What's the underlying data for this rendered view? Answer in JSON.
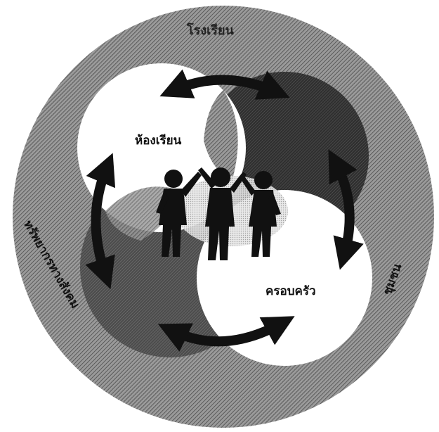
{
  "diagram": {
    "outer_ring_label_top": "โรงเรียน",
    "outer_ring_label_left": "ทรัพยากรทางสังคม",
    "outer_ring_label_right": "ชุมชน",
    "circle_labels": {
      "classroom": "ห้องเรียน",
      "family": "ครอบครัว"
    },
    "people_count": 3,
    "colors": {
      "outer_ring": "#8a8a8a",
      "dark_lobe": "#3a3a3a",
      "mid_lobe": "#5c5c5c",
      "light_lobe": "#ffffff",
      "arrow": "#111111"
    }
  }
}
